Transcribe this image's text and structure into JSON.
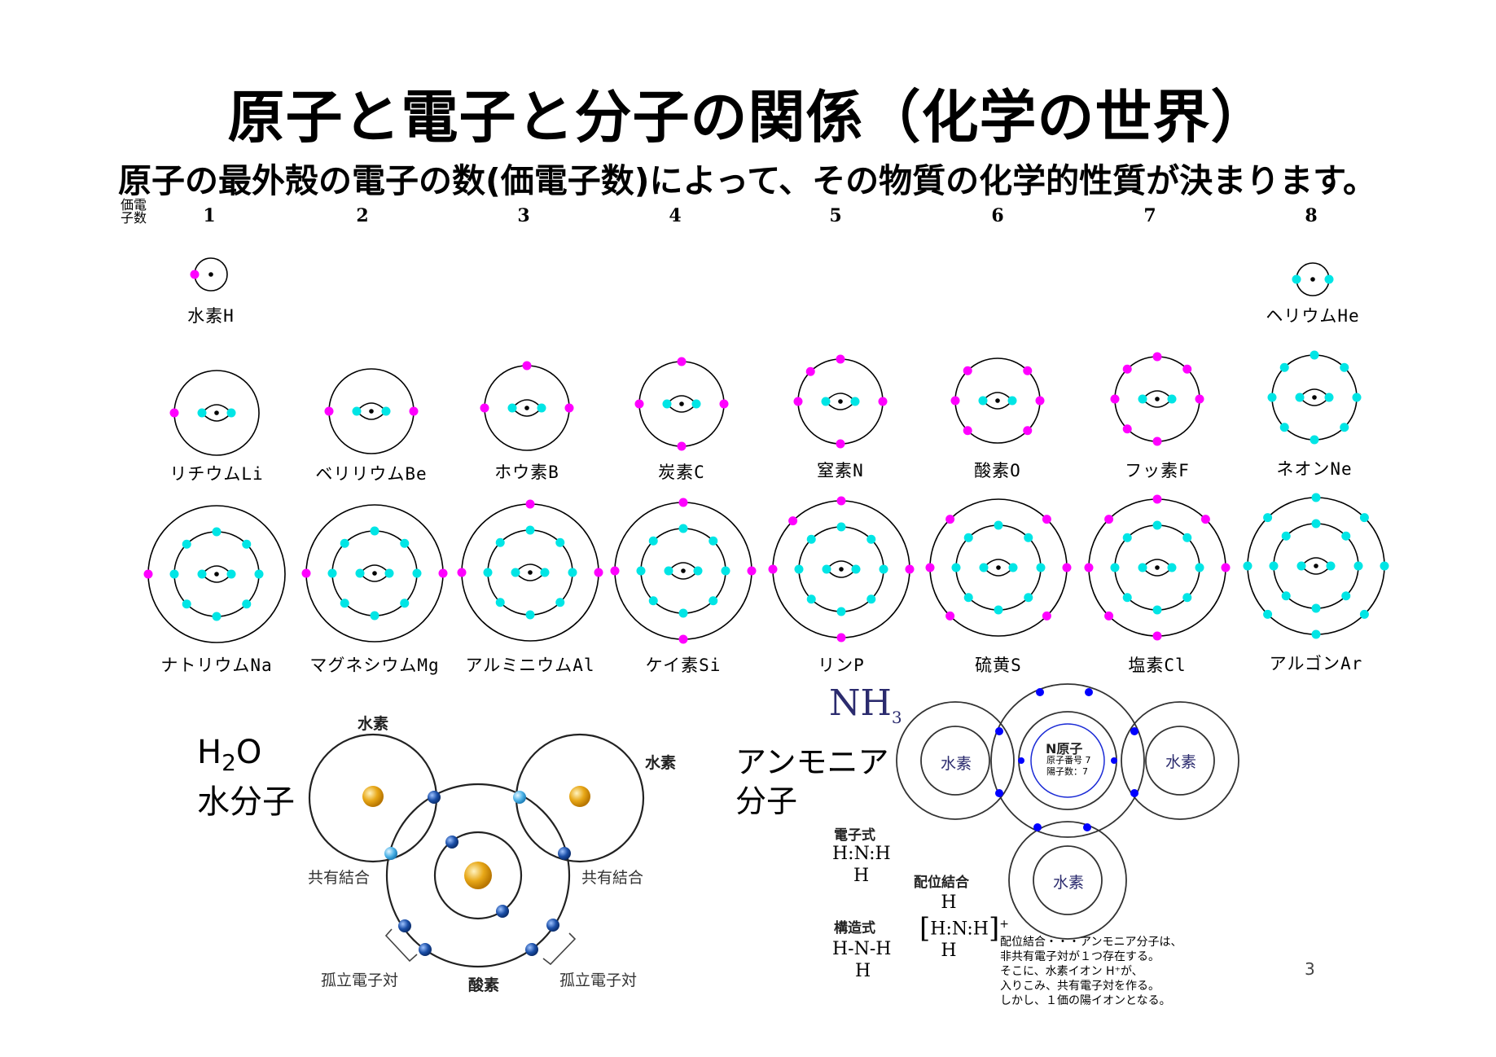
{
  "title": "原子と電子と分子の関係（化学の世界）",
  "subtitle": "原子の最外殻の電子の数(価電子数)によって、その物質の化学的性質が決まります。",
  "valence_header": "価電子数",
  "valence_numbers": [
    "1",
    "2",
    "3",
    "4",
    "5",
    "6",
    "7",
    "8"
  ],
  "colors": {
    "valence_electron": "#ff00ff",
    "inner_electron": "#00e5e5",
    "nucleus": "#000000",
    "bond_blue": "#1b4fa8",
    "orange": "#e0a020",
    "nh3_blue": "#0000ff"
  },
  "atoms": [
    {
      "label": "水素H",
      "shells": 1,
      "inner": [],
      "valence": 1
    },
    {
      "label": "ヘリウムHe",
      "shells": 1,
      "inner": [],
      "valence": 2
    },
    {
      "label": "リチウムLi",
      "shells": 2,
      "inner": [
        2
      ],
      "valence": 1
    },
    {
      "label": "ベリリウムBe",
      "shells": 2,
      "inner": [
        2
      ],
      "valence": 2
    },
    {
      "label": "ホウ素B",
      "shells": 2,
      "inner": [
        2
      ],
      "valence": 3
    },
    {
      "label": "炭素C",
      "shells": 2,
      "inner": [
        2
      ],
      "valence": 4
    },
    {
      "label": "窒素N",
      "shells": 2,
      "inner": [
        2
      ],
      "valence": 5
    },
    {
      "label": "酸素O",
      "shells": 2,
      "inner": [
        2
      ],
      "valence": 6
    },
    {
      "label": "フッ素F",
      "shells": 2,
      "inner": [
        2
      ],
      "valence": 7
    },
    {
      "label": "ネオンNe",
      "shells": 2,
      "inner": [
        2
      ],
      "valence": 8,
      "closed": true
    },
    {
      "label": "ナトリウムNa",
      "shells": 3,
      "inner": [
        2,
        8
      ],
      "valence": 1
    },
    {
      "label": "マグネシウムMg",
      "shells": 3,
      "inner": [
        2,
        8
      ],
      "valence": 2
    },
    {
      "label": "アルミニウムAl",
      "shells": 3,
      "inner": [
        2,
        8
      ],
      "valence": 3
    },
    {
      "label": "ケイ素Si",
      "shells": 3,
      "inner": [
        2,
        8
      ],
      "valence": 4
    },
    {
      "label": "リンP",
      "shells": 3,
      "inner": [
        2,
        8
      ],
      "valence": 5
    },
    {
      "label": "硫黄S",
      "shells": 3,
      "inner": [
        2,
        8
      ],
      "valence": 6
    },
    {
      "label": "塩素Cl",
      "shells": 3,
      "inner": [
        2,
        8
      ],
      "valence": 7
    },
    {
      "label": "アルゴンAr",
      "shells": 3,
      "inner": [
        2,
        8
      ],
      "valence": 8,
      "closed": true
    }
  ],
  "h2o": {
    "formula_main": "H",
    "formula_sub": "2",
    "formula_end": "O",
    "name": "水分子",
    "hydrogen_label": "水素",
    "oxygen_label": "酸素",
    "covalent_label": "共有結合",
    "lone_pair_label": "孤立電子対"
  },
  "nh3": {
    "formula_main": "NH",
    "formula_sub": "3",
    "name_line1": "アンモニア",
    "name_line2": "分子",
    "hydrogen_label": "水素",
    "n_atom": "N原子",
    "atomic_number": "原子番号 7",
    "proton_count": "陽子数：7",
    "electron_formula_label": "電子式",
    "electron_formula_line1": "H:N:H",
    "electron_formula_line2": "H",
    "structural_label": "構造式",
    "structural_line1": "H-N-H",
    "structural_line2": "H",
    "coordinate_label": "配位結合",
    "ion_top": "H",
    "ion_mid": "H:N:H",
    "ion_bottom": "H",
    "ion_charge": "+",
    "note_lines": [
      "配位結合・・・アンモニア分子は、",
      "非共有電子対が１つ存在する。",
      "そこに、水素イオン H⁺が、",
      "入りこみ、共有電子対を作る。",
      "しかし、１価の陽イオンとなる。"
    ]
  },
  "page_number": "3"
}
